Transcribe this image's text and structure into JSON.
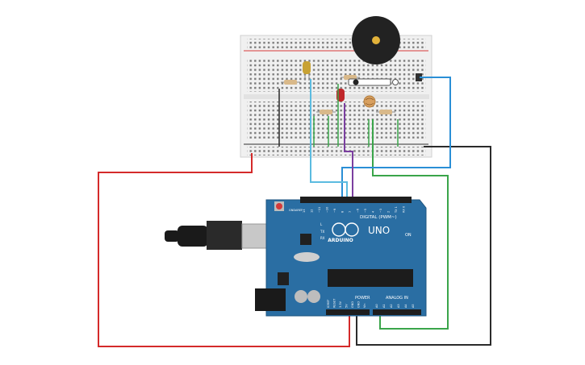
{
  "board": {
    "logo_text": "ARDUINO",
    "model": "UNO",
    "on_label": "ON",
    "digital_label": "DIGITAL (PWM~)",
    "power_label": "POWER",
    "analog_label": "ANALOG IN",
    "tx_label": "TX",
    "rx_label": "RX",
    "l_label": "L",
    "aref_label": "AREF",
    "gnd_label": "GND",
    "digital_pins": [
      "13",
      "12",
      "~11",
      "~10",
      "~9",
      "8",
      "7",
      "~6",
      "~5",
      "4",
      "~3",
      "2",
      "TX 1",
      "RX 0"
    ],
    "power_pins": [
      "IOREF",
      "RESET",
      "3.3V",
      "5V",
      "GND",
      "GND",
      "Vin"
    ],
    "analog_pins": [
      "A0",
      "A1",
      "A2",
      "A3",
      "A4",
      "A5"
    ]
  },
  "components": [
    "breadboard",
    "buzzer",
    "led-yellow",
    "led-red",
    "resistor-1",
    "resistor-2",
    "resistor-3",
    "resistor-4",
    "photoresistor",
    "slide-switch",
    "usb-cable"
  ],
  "colors": {
    "board": "#2a6ea3",
    "red_wire": "#d42a2a",
    "black_wire": "#2b2b2b",
    "green_wire": "#3aa54a",
    "blue_wire": "#2a8fd6",
    "cyan_wire": "#5bbbe0",
    "purple_wire": "#7b3fa0"
  }
}
